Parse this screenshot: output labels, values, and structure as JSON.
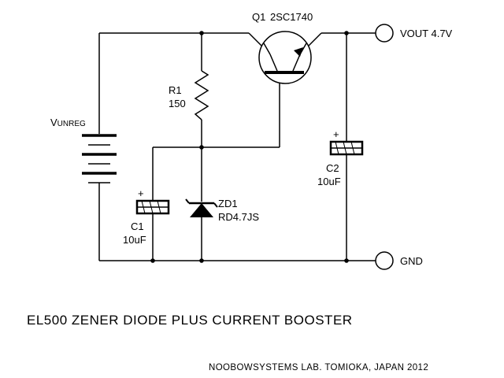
{
  "transistor": {
    "ref": "Q1",
    "part": "2SC1740"
  },
  "resistor": {
    "ref": "R1",
    "value": "150"
  },
  "zener": {
    "ref": "ZD1",
    "part": "RD4.7JS"
  },
  "cap1": {
    "ref": "C1",
    "value": "10uF",
    "polarity": "+"
  },
  "cap2": {
    "ref": "C2",
    "value": "10uF",
    "polarity": "+"
  },
  "battery": {
    "label_prefix": "V",
    "label_suffix": "UNREG"
  },
  "output": {
    "label": "VOUT 4.7V"
  },
  "ground": {
    "label": "GND"
  },
  "title": "EL500 ZENER DIODE PLUS CURRENT BOOSTER",
  "credit": "NOOBOWSYSTEMS LAB. TOMIOKA, JAPAN 2012",
  "colors": {
    "ink": "#000000",
    "cap_fill": "#ffffff"
  }
}
